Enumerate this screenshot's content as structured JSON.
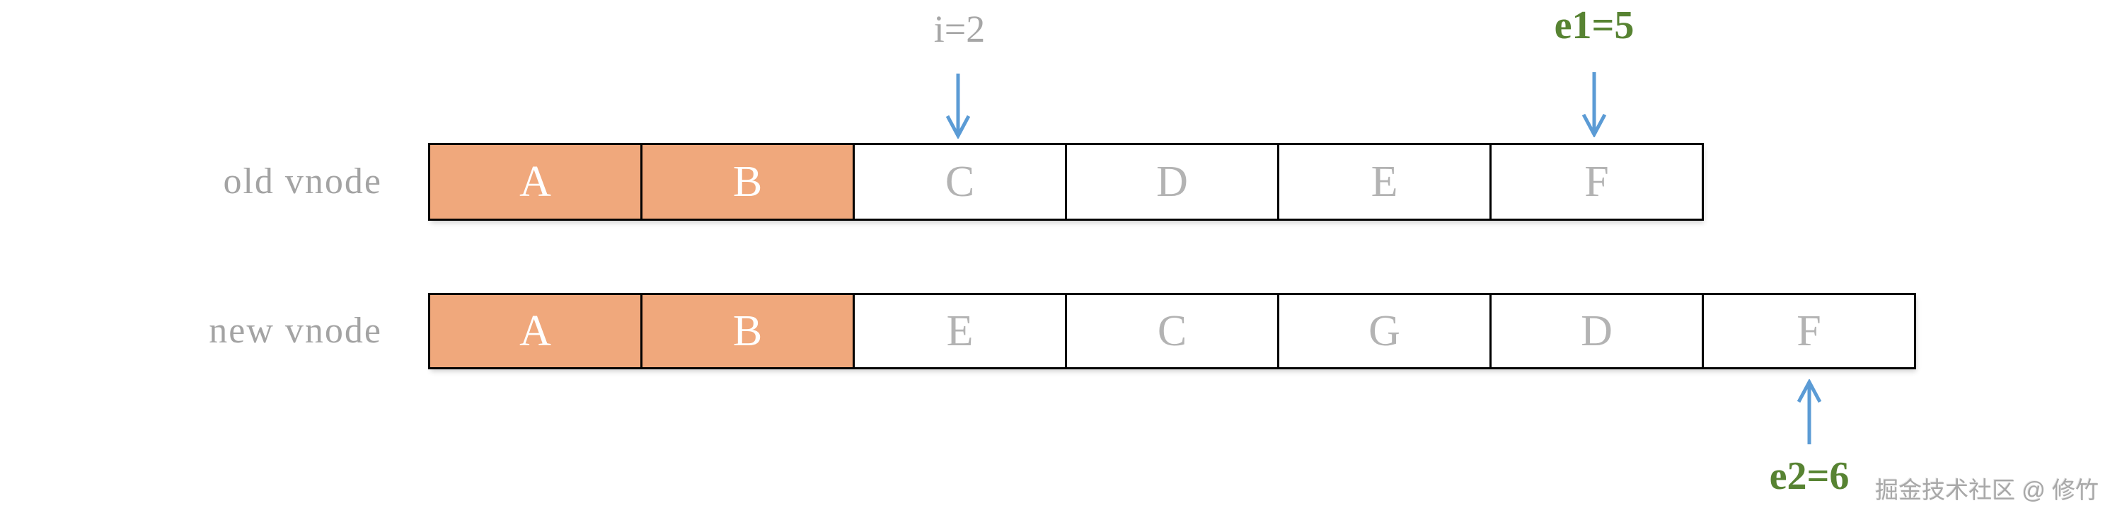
{
  "rows": {
    "old": {
      "label": "old vnode",
      "cells": [
        "A",
        "B",
        "C",
        "D",
        "E",
        "F"
      ],
      "highlighted_cells": [
        "A",
        "B"
      ]
    },
    "new": {
      "label": "new vnode",
      "cells": [
        "A",
        "B",
        "E",
        "C",
        "G",
        "D",
        "F"
      ],
      "highlighted_cells": [
        "A",
        "B"
      ]
    }
  },
  "annotations": {
    "i": {
      "label": "i=2",
      "arrow_direction": "down",
      "points_to": "old vnode cell C"
    },
    "e1": {
      "label": "e1=5",
      "arrow_direction": "down",
      "points_to": "old vnode cell F"
    },
    "e2": {
      "label": "e2=6",
      "arrow_direction": "up",
      "points_to": "new vnode cell F"
    }
  },
  "watermark": "掘金技术社区 @ 修竹",
  "colors": {
    "highlight_fill": "#f0a87c",
    "highlight_text": "#ffffff",
    "cell_text_gray": "#b3b3b3",
    "label_gray": "#a3a3a3",
    "annotation_gray": "#a6a6a6",
    "annotation_green": "#578332",
    "arrow_blue": "#5b9bd5",
    "border_black": "#000000"
  }
}
